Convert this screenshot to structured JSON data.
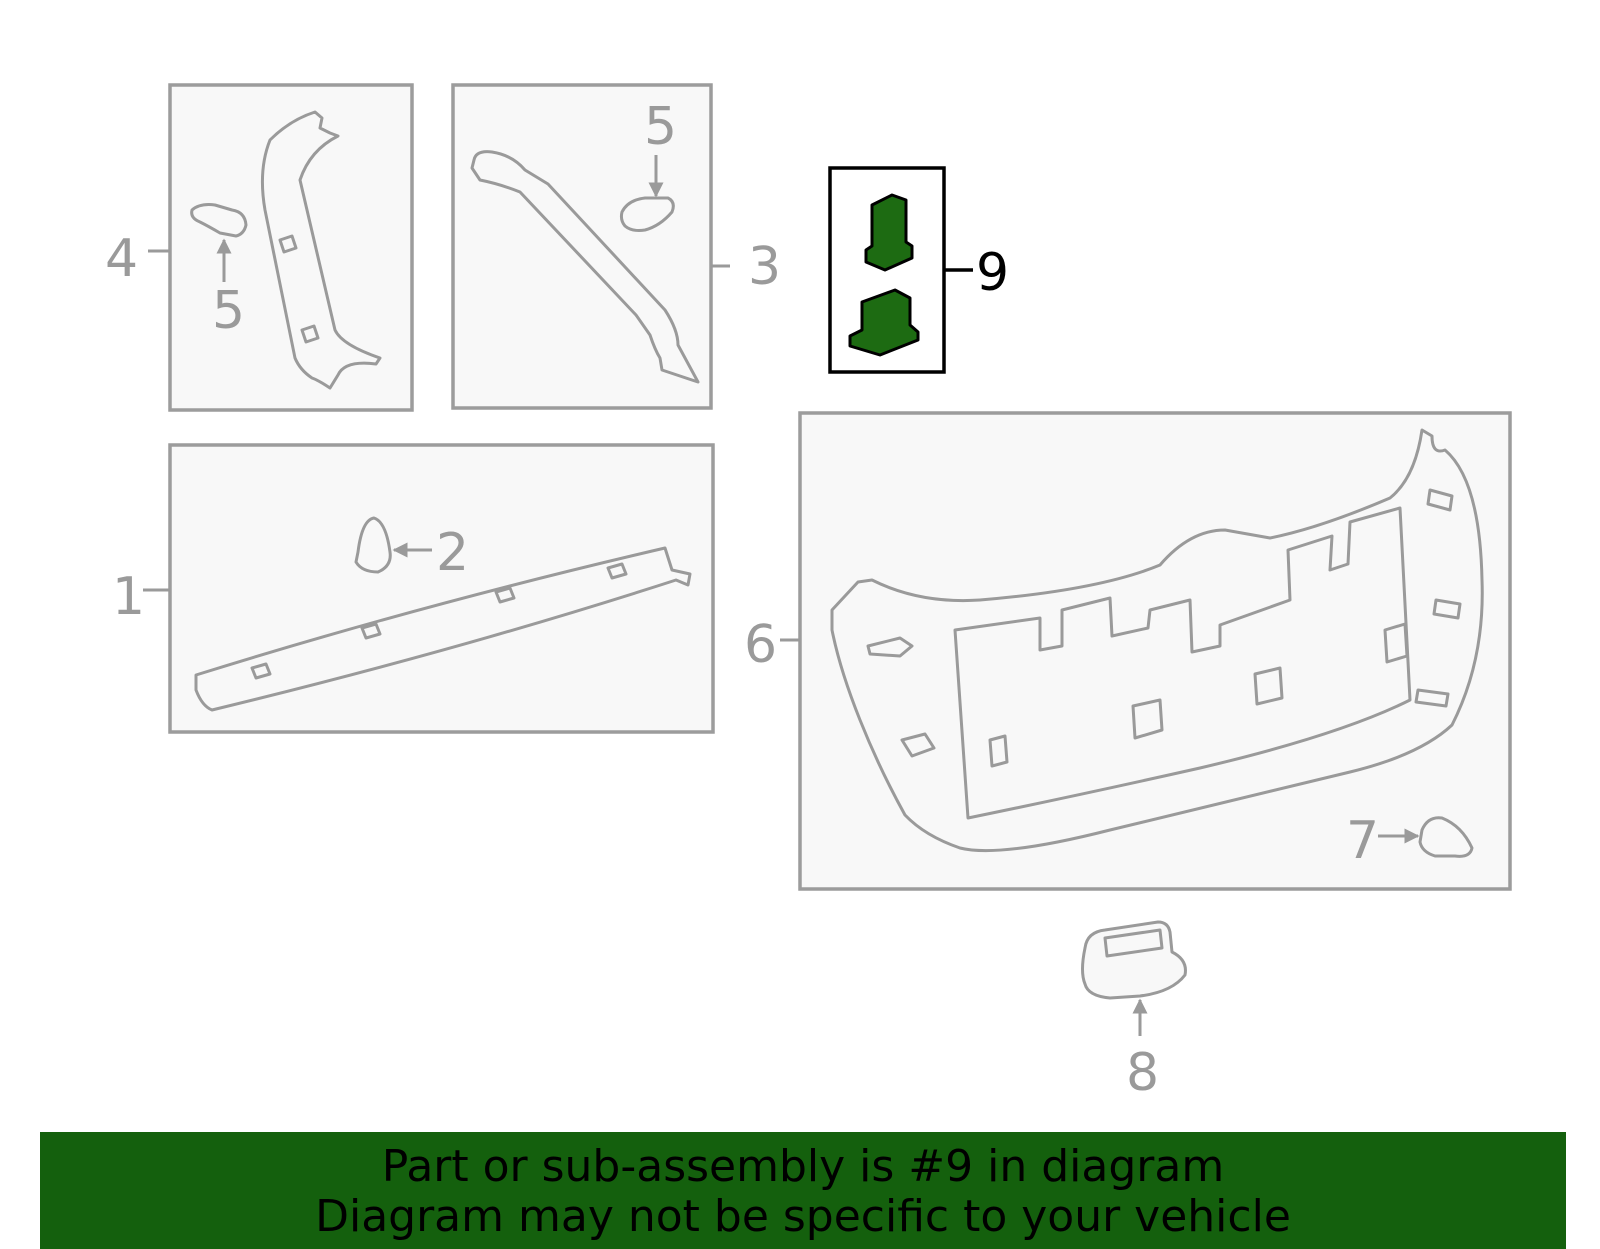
{
  "callouts": {
    "c1": "1",
    "c2": "2",
    "c3": "3",
    "c4": "4",
    "c5a": "5",
    "c5b": "5",
    "c6": "6",
    "c7": "7",
    "c8": "8",
    "c9": "9"
  },
  "highlighted_part": "9",
  "colors": {
    "highlight_fill": "#1d6b12",
    "banner_background": "#14600d",
    "line_gray": "#9a9a9a"
  },
  "banner": {
    "line1": "Part or sub-assembly is #9 in diagram",
    "line2": "Diagram may not be specific to your vehicle"
  }
}
